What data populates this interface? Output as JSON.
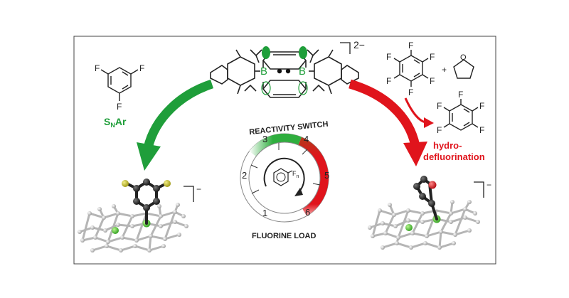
{
  "colors": {
    "green": "#1f9e3a",
    "red": "#e0141c",
    "frame": "#444444",
    "molecule": "#222222",
    "ball_grey": "#bdbdbd",
    "ball_green": "#5fcf3a",
    "ball_yellow": "#c8c21e"
  },
  "top_complex": {
    "boron_left": "B",
    "boron_right": "B",
    "charge": "2−"
  },
  "left_reagent": {
    "fluorine_labels": [
      "F",
      "F",
      "F"
    ],
    "reaction_label_main": "S",
    "reaction_label_sub": "N",
    "reaction_label_tail": "Ar",
    "product_charge": "−"
  },
  "right_reagents": {
    "hexafluoro_labels": [
      "F",
      "F",
      "F",
      "F",
      "F",
      "F"
    ],
    "plus": "+",
    "oxygen_label": "O",
    "pentafluoro_labels": [
      "F",
      "F",
      "F",
      "F",
      "F"
    ],
    "reaction_label_line1": "hydro-",
    "reaction_label_line2": "defluorination",
    "product_charge": "−"
  },
  "dial": {
    "top_label": "REACTIVITY SWITCH",
    "bottom_label": "FLUORINE LOAD",
    "center_label": "F",
    "center_subscript": "n",
    "level_values": [
      "1",
      "2",
      "3",
      "4",
      "5",
      "6"
    ]
  }
}
